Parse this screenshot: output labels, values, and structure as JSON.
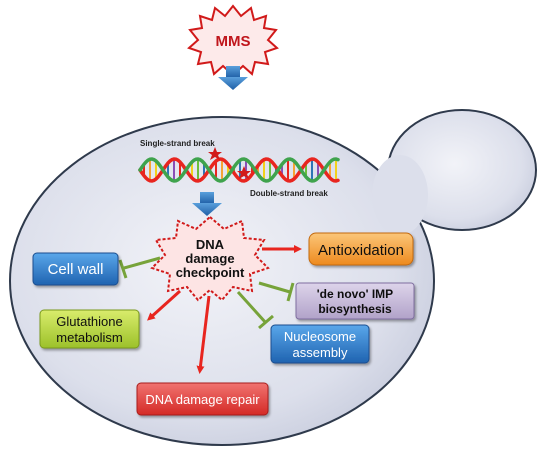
{
  "trigger": {
    "label": "MMS"
  },
  "dna": {
    "single_strand_label": "Single-strand break",
    "double_strand_label": "Double-strand break"
  },
  "checkpoint": {
    "line1": "DNA",
    "line2": "damage",
    "line3": "checkpoint"
  },
  "outcomes": {
    "cell_wall": "Cell wall",
    "antioxidation": "Antioxidation",
    "glutathione_line1": "Glutathione",
    "glutathione_line2": "metabolism",
    "imp_line1": "'de novo' IMP",
    "imp_line2": "biosynthesis",
    "nucleosome_line1": "Nucleosome",
    "nucleosome_line2": "assembly",
    "repair": "DNA damage repair"
  },
  "colors": {
    "cell_fill": "#d8dbe8",
    "cell_stroke": "#2f3a4c",
    "down_arrow": "#2e75b6",
    "activate_arrow": "#e8251f",
    "inhibit_line": "#77a33a",
    "cell_wall_box": "#2e7ec9",
    "antioxidation_box": "#f6a335",
    "glutathione_box": "#b4d334",
    "imp_box": "#c5b8d8",
    "nucleosome_box": "#2e7ec9",
    "repair_box": "#e13c38",
    "checkpoint_fill": "#fde4e4",
    "checkpoint_stroke": "#d11a1a",
    "mms_fill": "#fdeaea",
    "mms_stroke": "#d11a1a"
  }
}
